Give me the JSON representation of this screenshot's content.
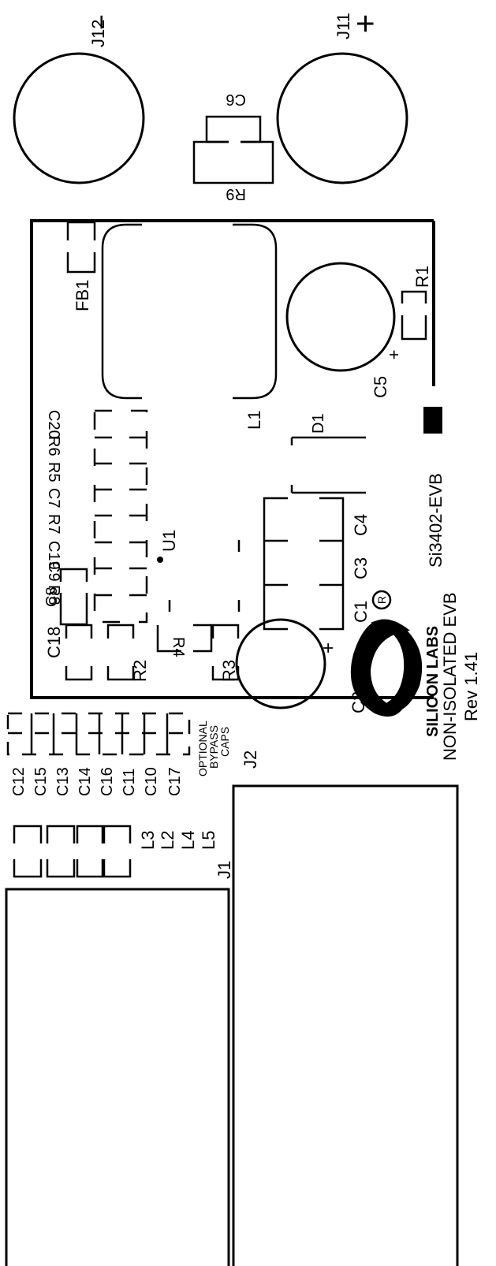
{
  "board": {
    "name": "Si3402-EVB",
    "title": "NON-ISOLATED EVB",
    "revision": "Rev  1.41",
    "brand": "SILICON LABS",
    "registered_mark": "R"
  },
  "connectors": {
    "j12": {
      "ref": "J12",
      "polarity": "−"
    },
    "j11": {
      "ref": "J11",
      "polarity": "+"
    },
    "j1": "J1",
    "j2": "J2"
  },
  "top_parts": {
    "c6": "C6",
    "r9": "R9"
  },
  "main_parts": {
    "fb1": "FB1",
    "l1": "L1",
    "r1": "R1",
    "c5": "C5",
    "c5_plus": "+",
    "d1": "D1",
    "u1": "U1",
    "c20": "C20",
    "r6": "R6",
    "r5": "R5",
    "c7": "C7",
    "r7": "R7",
    "c19": "C19",
    "c9": "C9",
    "r8": "R8",
    "c8": "C8",
    "c18": "C18",
    "r2": "R2",
    "r4": "R4",
    "r3": "R3",
    "c2": "C2",
    "c2_plus": "+",
    "c1": "C1",
    "c3": "C3",
    "c4": "C4"
  },
  "bypass_caps": {
    "note_line1": "OPTIONAL",
    "note_line2": "BYPASS",
    "note_line3": "CAPS",
    "refs": [
      "C12",
      "C15",
      "C13",
      "C14",
      "C16",
      "C11",
      "C10",
      "C17"
    ]
  },
  "inductors": [
    "L3",
    "L2",
    "L4",
    "L5"
  ],
  "colors": {
    "silkscreen": "#000000",
    "board": "#ffffff"
  }
}
